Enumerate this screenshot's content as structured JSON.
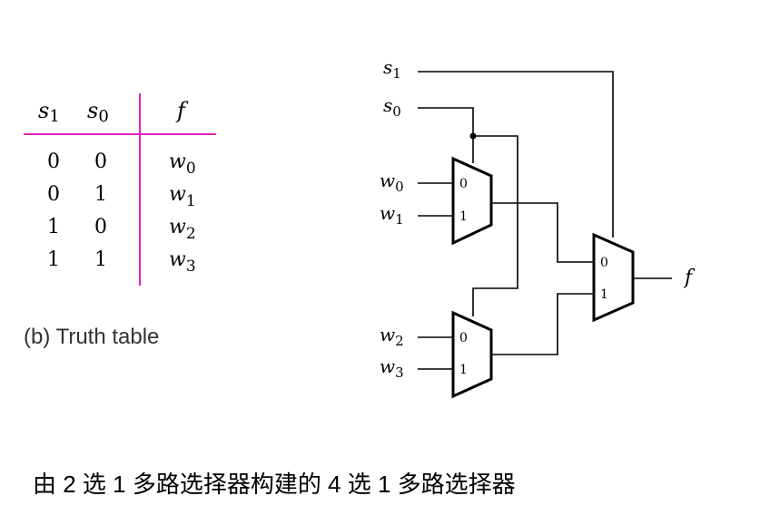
{
  "truth_table": {
    "headers": [
      {
        "var": "s",
        "sub": "1"
      },
      {
        "var": "s",
        "sub": "0"
      },
      {
        "var": "f",
        "sub": ""
      }
    ],
    "rows": [
      {
        "s1": "0",
        "s0": "0",
        "f": "w",
        "f_sub": "0"
      },
      {
        "s1": "0",
        "s0": "1",
        "f": "w",
        "f_sub": "1"
      },
      {
        "s1": "1",
        "s0": "0",
        "f": "w",
        "f_sub": "2"
      },
      {
        "s1": "1",
        "s0": "1",
        "f": "w",
        "f_sub": "3"
      }
    ],
    "caption": "(b) Truth table",
    "rule_color": "#e020c0"
  },
  "circuit": {
    "inputs": {
      "s1": {
        "var": "s",
        "sub": "1"
      },
      "s0": {
        "var": "s",
        "sub": "0"
      },
      "w0": {
        "var": "w",
        "sub": "0"
      },
      "w1": {
        "var": "w",
        "sub": "1"
      },
      "w2": {
        "var": "w",
        "sub": "2"
      },
      "w3": {
        "var": "w",
        "sub": "3"
      }
    },
    "mux_port_labels": {
      "zero": "0",
      "one": "1"
    },
    "output": {
      "var": "f"
    }
  },
  "caption": "由 2 选 1 多路选择器构建的 4 选 1 多路选择器"
}
